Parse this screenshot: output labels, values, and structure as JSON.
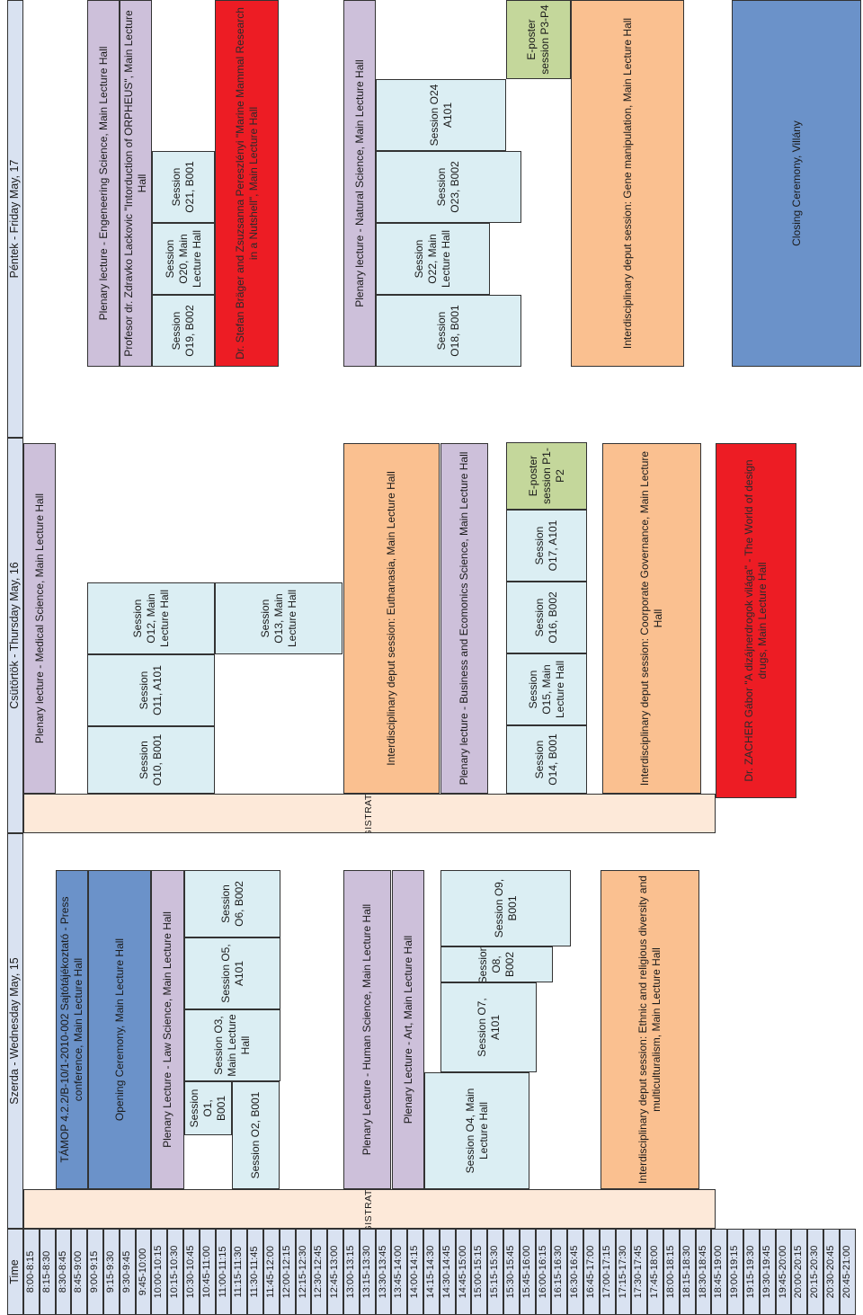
{
  "header": {
    "time_label": "Time",
    "day1": "Szerda - Wednesday May, 15",
    "day2": "Csütörtök - Thursday May, 16",
    "day3": "Péntek - Friday May, 17"
  },
  "time_slots": [
    "8:00-8:15",
    "8:15-8:30",
    "8:30-8:45",
    "8:45-9:00",
    "9:00-9:15",
    "9:15-9:30",
    "9:30-9:45",
    "9:45-10:00",
    "10:00-10:15",
    "10:15-10:30",
    "10:30-10:45",
    "10:45-11:00",
    "11:00-11:15",
    "11:15-11:30",
    "11:30-11:45",
    "11:45-12:00",
    "12:00-12:15",
    "12:15-12:30",
    "12:30-12:45",
    "12:45-13:00",
    "13:00-13:15",
    "13:15-13:30",
    "13:30-13:45",
    "13:45-14:00",
    "14:00-14:15",
    "14:15-14:30",
    "14:30-14:45",
    "14:45-15:00",
    "15:00-15:15",
    "15:15-15:30",
    "15:30-15:45",
    "15:45-16:00",
    "16:00-16:15",
    "16:15-16:30",
    "16:30-16:45",
    "16:45-17:00",
    "17:00-17:15",
    "17:15-17:30",
    "17:30-17:45",
    "17:45-18:00",
    "18:00-18:15",
    "18:15-18:30",
    "18:30-18:45",
    "18:45-19:00",
    "19:00-19:15",
    "19:15-19:30",
    "19:30-19:45",
    "19:45-20:00",
    "20:00-20:15",
    "20:15-20:30",
    "20:30-20:45",
    "20:45-21:00"
  ],
  "registration_label": "REGISTRATION",
  "wednesday": {
    "press": "TÁMOP 4.2.2/B-10/1-2010-002 Sajtótájékoztató - Press conference, Main Lecture Hall",
    "opening": "Opening Ceremony, Main Lecture Hall",
    "plenary_law": "Plenary Lecture - Law Science, Main Lecture Hall",
    "o1": "Session O1, B001",
    "o2": "Session O2, B001",
    "o3": "Session O3, Main Lecture Hall",
    "o5": "Session O5, A101",
    "o6": "Session O6, B002",
    "plenary_human": "Plenary Lecture - Human Science, Main Lecture Hall",
    "plenary_art": "Plenary Lecture - Art, Main Lecture Hall",
    "o4": "Session O4, Main Lecture Hall",
    "o7": "Session O7, A101",
    "o8": "Session O8, B002",
    "o9": "Session O9, B001",
    "deput": "Interdisciplinary deput session: Ethnic and religious diversity and multiculturalism, Main Lecture Hall"
  },
  "thursday": {
    "plenary_medical": "Plenary lecture - Medical Science, Main Lecture Hall",
    "o10": "Session O10, B001",
    "o11": "Session O11, A101",
    "o12": "Session O12, Main Lecture Hall",
    "o13": "Session O13, Main Lecture Hall",
    "deput_euthanasia": "Interdisciplinary deput session: Euthanasia, Main Lecture Hall",
    "plenary_business": "Plenary lecture - Business and Ecomonics Science, Main Lecture Hall",
    "o14": "Session O14, B001",
    "o15": "Session O15, Main Lecture Hall",
    "o16": "Session O16, B002",
    "o17": "Session O17, A101",
    "eposter": "E-poster session P1-P2",
    "deput_governance": "Interdisciplinary deput session: Coorporate Governance, Main Lecture Hall",
    "zacher": "Dr. ZACHER Gábor \"A dizájnerdrogok világa\" - The World of design drugs, Main Lecture Hall"
  },
  "friday": {
    "plenary_engineering": "Plenary lecture - Engeneering Science, Main Lecture Hall",
    "lackovic": "Profesor dr. Zdravko Lackovic \"Intorduction of ORPHEUS\", Main Lecture Hall",
    "o19": "Session O19, B002",
    "o20": "Session O20, Main Lecture Hall",
    "o21": "Session O21, B001",
    "brager": "Dr. Stefan Bräger and Zsuzsanna Pereszlényi \"Marine Mammal Research in a Nutshell\", Main Lecture Hall",
    "plenary_natural": "Plenary lecture - Natural Science, Main Lecture Hall",
    "o18": "Session O18, B001",
    "o22": "Session O22, Main Lecture Hall",
    "o23": "Session O23, B002",
    "o24": "Session O24 A101",
    "eposter": "E-poster session P3-P4",
    "deput_gene": "Interdisciplinary deput session: Gene manipulation, Main Lecture Hall",
    "closing": "Closing Ceremony, Villány"
  },
  "colors": {
    "header_bg": "#d9e2f1",
    "registration": "#fde9d9",
    "plenary": "#cdc0da",
    "ceremony": "#6b92c9",
    "session": "#dbeef3",
    "interdisciplinary": "#fac090",
    "guest_lecture": "#ed1c24",
    "eposter": "#c4d79b"
  }
}
